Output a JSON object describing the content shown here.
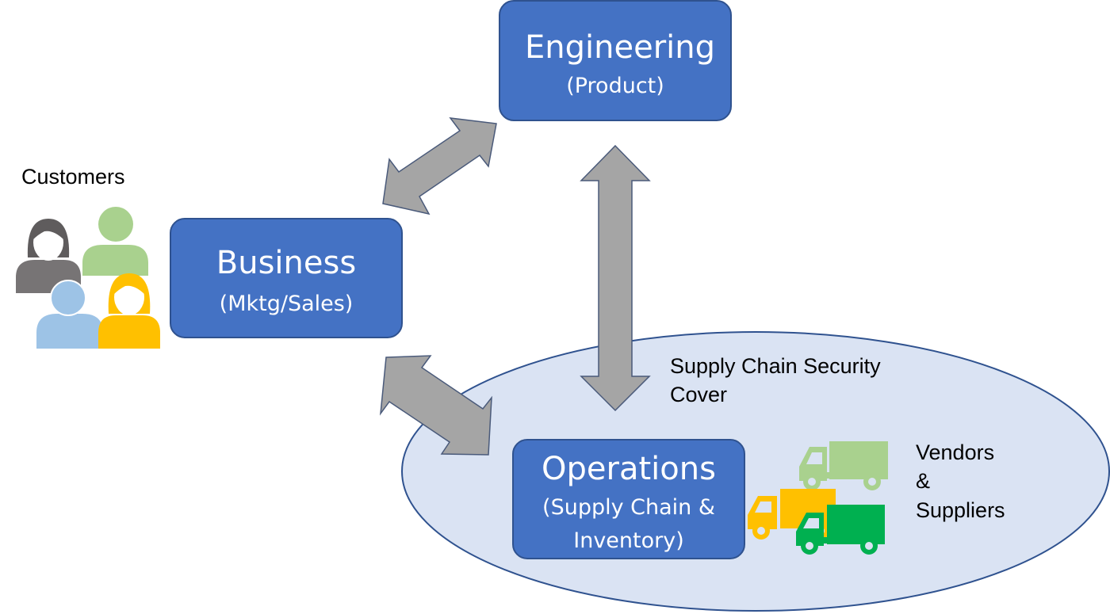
{
  "customers": {
    "label": "Customers",
    "icon_colors": [
      "#777475",
      "#a9d18e",
      "#9dc3e6",
      "#ffc000"
    ]
  },
  "boxes": {
    "engineering": {
      "title": "Engineering",
      "subtitle": "(Product)"
    },
    "business": {
      "title": "Business",
      "subtitle": "(Mktg/Sales)"
    },
    "operations": {
      "title": "Operations",
      "subtitle_line1": "(Supply Chain &",
      "subtitle_line2": "Inventory)"
    }
  },
  "security_cover": {
    "line1": "Supply Chain Security",
    "line2": "Cover"
  },
  "vendors": {
    "line1": "Vendors",
    "line2": "&",
    "line3": "Suppliers",
    "truck_colors": [
      "#a9d18e",
      "#ffc000",
      "#00b050"
    ]
  },
  "colors": {
    "box_fill": "#4472c4",
    "box_border": "#2f528f",
    "arrow_fill": "#a5a5a5",
    "arrow_border": "#4a5a7a",
    "ellipse_fill": "#dae3f3",
    "ellipse_border": "#2f528f"
  }
}
